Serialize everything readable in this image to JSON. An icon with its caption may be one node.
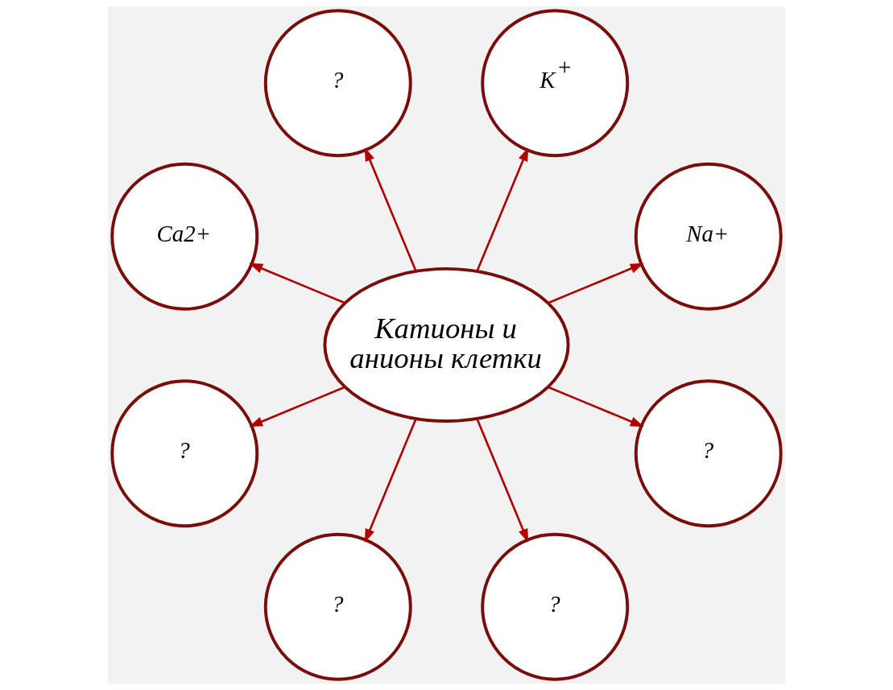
{
  "diagram": {
    "nodes": [
      {
        "text": [
          "Катионы и анионы клетки"
        ]
      },
      {
        "text": [
          "Na+"
        ]
      },
      {
        "text": [
          "K$^{+}$"
        ]
      },
      {
        "text": [
          "?"
        ]
      },
      {
        "text": [
          "Ca2+"
        ]
      },
      {
        "text": [
          "?"
        ]
      },
      {
        "text": [
          "?"
        ]
      },
      {
        "text": [
          "?"
        ]
      },
      {
        "text": [
          "?"
        ]
      }
    ],
    "edges": [
      {
        "from": 0,
        "to": 4,
        "arrow": "to"
      },
      {
        "from": 0,
        "to": 2,
        "arrow": "to"
      },
      {
        "from": 0,
        "to": 1,
        "arrow": "to"
      },
      {
        "from": 0,
        "to": 3,
        "arrow": "to"
      },
      {
        "from": 0,
        "to": 5,
        "arrow": "to"
      },
      {
        "from": 0,
        "to": 7,
        "arrow": "to"
      },
      {
        "from": 0,
        "to": 8,
        "arrow": "to"
      },
      {
        "from": 0,
        "to": 6,
        "arrow": "to"
      }
    ]
  }
}
